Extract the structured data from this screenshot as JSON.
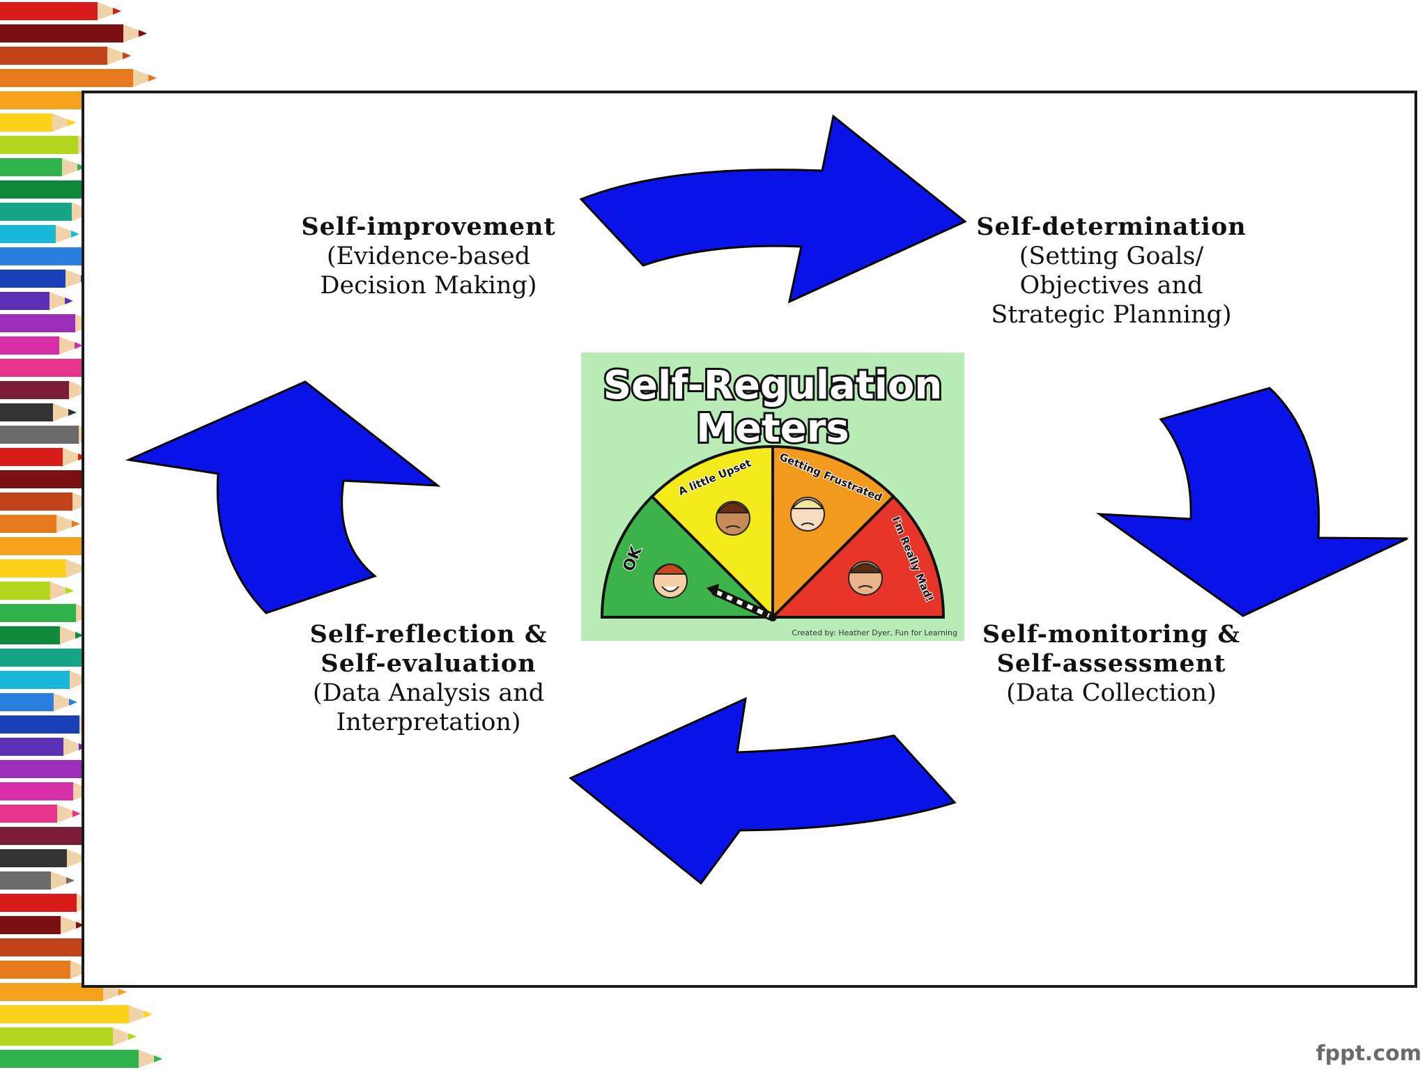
{
  "diagram": {
    "stages": {
      "improvement": {
        "title": "Self-improvement",
        "lines": [
          "(Evidence-based",
          "Decision Making)"
        ]
      },
      "determination": {
        "title": "Self-determination",
        "lines": [
          "(Setting Goals/",
          "Objectives and",
          "Strategic Planning)"
        ]
      },
      "monitoring": {
        "title_lines": [
          "Self-monitoring &",
          "Self-assessment"
        ],
        "lines": [
          "(Data Collection)"
        ]
      },
      "reflection": {
        "title_lines": [
          "Self-reflection &",
          "Self-evaluation"
        ],
        "lines": [
          "(Data Analysis and",
          "Interpretation)"
        ]
      }
    },
    "arrow_color": "#0a14e8",
    "arrow_outline": "#000000"
  },
  "meter": {
    "title_lines": [
      "Self-Regulation",
      "Meters"
    ],
    "segments": [
      {
        "label": "OK",
        "color": "#3bb34a"
      },
      {
        "label": "A little Upset",
        "color": "#f2ea1a"
      },
      {
        "label": "Getting Frustrated",
        "color": "#f39a1e"
      },
      {
        "label": "I'm Really Mad!",
        "color": "#e8352a"
      }
    ],
    "credit": "Created by: Heather Dyer, Fun for Learning",
    "background": "#b8ebb5"
  },
  "watermark": "fppt.com"
}
